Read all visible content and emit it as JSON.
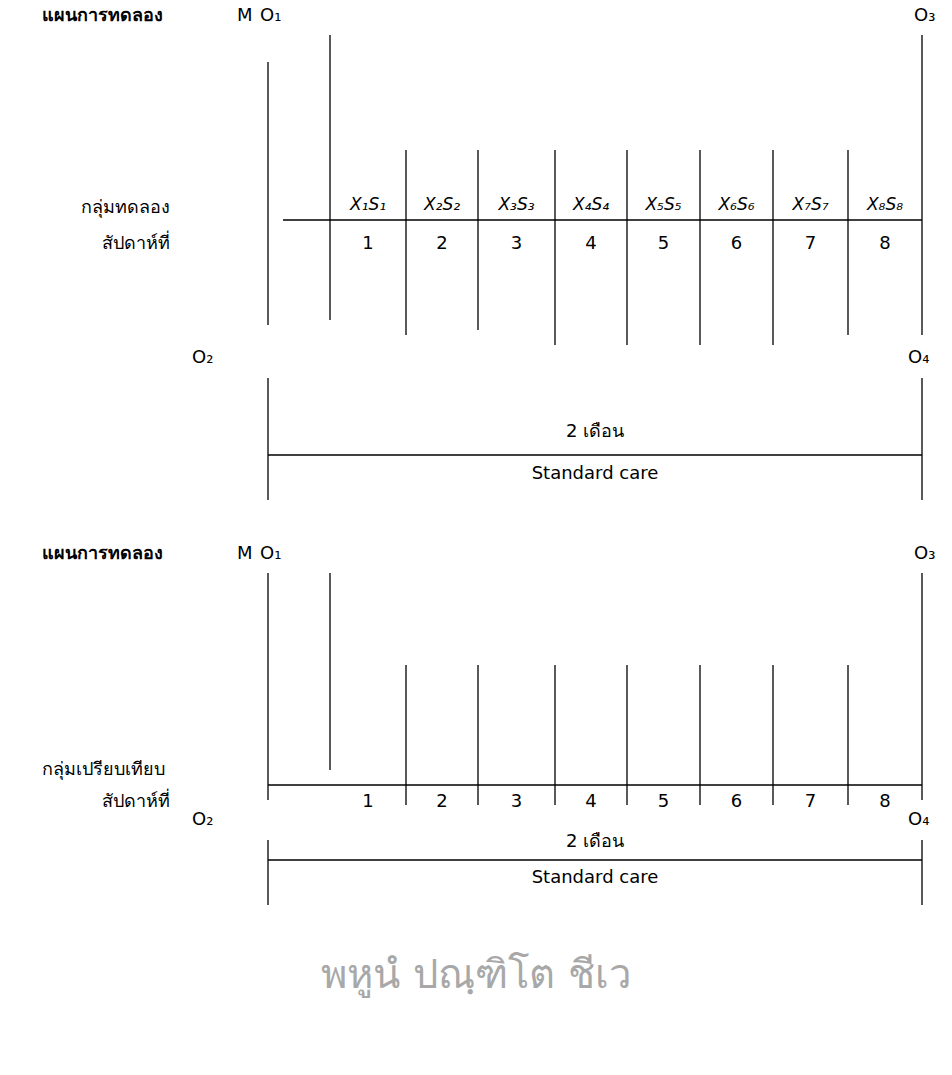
{
  "diagram": {
    "labels": [
      "แผนการทดลอง",
      "M",
      "O₁",
      "O₃",
      "กลุ่มทดลอง",
      "X₁S₁",
      "X₂S₂",
      "X₃S₃",
      "X₄S₄",
      "X₅S₅",
      "X₆S₆",
      "X₇S₇",
      "X₈S₈",
      "สัปดาห์ที่",
      "1",
      "2",
      "3",
      "4",
      "5",
      "6",
      "7",
      "8",
      "O₂",
      "O₄",
      "2 เดือน",
      "Standard care",
      "แผนการทดลอง",
      "M",
      "O₁",
      "O₃",
      "กลุ่มเปรียบเทียบ",
      "สัปดาห์ที่",
      "1",
      "2",
      "3",
      "4",
      "5",
      "6",
      "7",
      "8",
      "O₂",
      "O₄",
      "2 เดือน",
      "Standard care",
      "พหูนํ ปณฺฑิโต ชีเว"
    ]
  }
}
